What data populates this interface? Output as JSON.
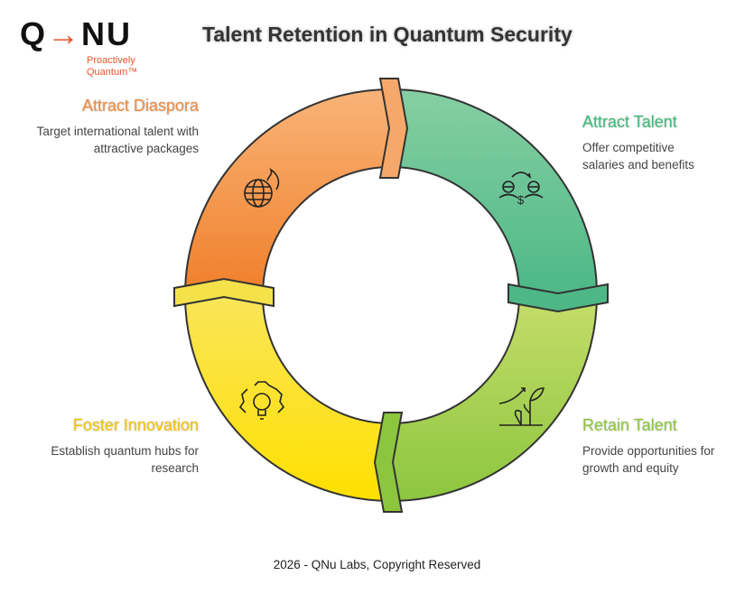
{
  "logo": {
    "q": "Q",
    "arrow": "→",
    "nu": "NU",
    "tagline1": "Proactively",
    "tagline2": "Quantum™"
  },
  "title": "Talent Retention in Quantum Security",
  "stages": [
    {
      "title": "Attract Diaspora",
      "desc": "Target international talent with attractive packages",
      "color": "#f08a3c",
      "icon": "globe-fire-icon"
    },
    {
      "title": "Attract Talent",
      "desc": "Offer competitive salaries and benefits",
      "color": "#3dbb7a",
      "icon": "people-exchange-icon"
    },
    {
      "title": "Retain Talent",
      "desc": "Provide opportunities for growth and equity",
      "color": "#8cc63f",
      "icon": "growth-plant-icon"
    },
    {
      "title": "Foster Innovation",
      "desc": "Establish quantum hubs for research",
      "color": "#f2c100",
      "icon": "gear-bulb-icon"
    }
  ],
  "footer": "2026 - QNu Labs, Copyright Reserved"
}
